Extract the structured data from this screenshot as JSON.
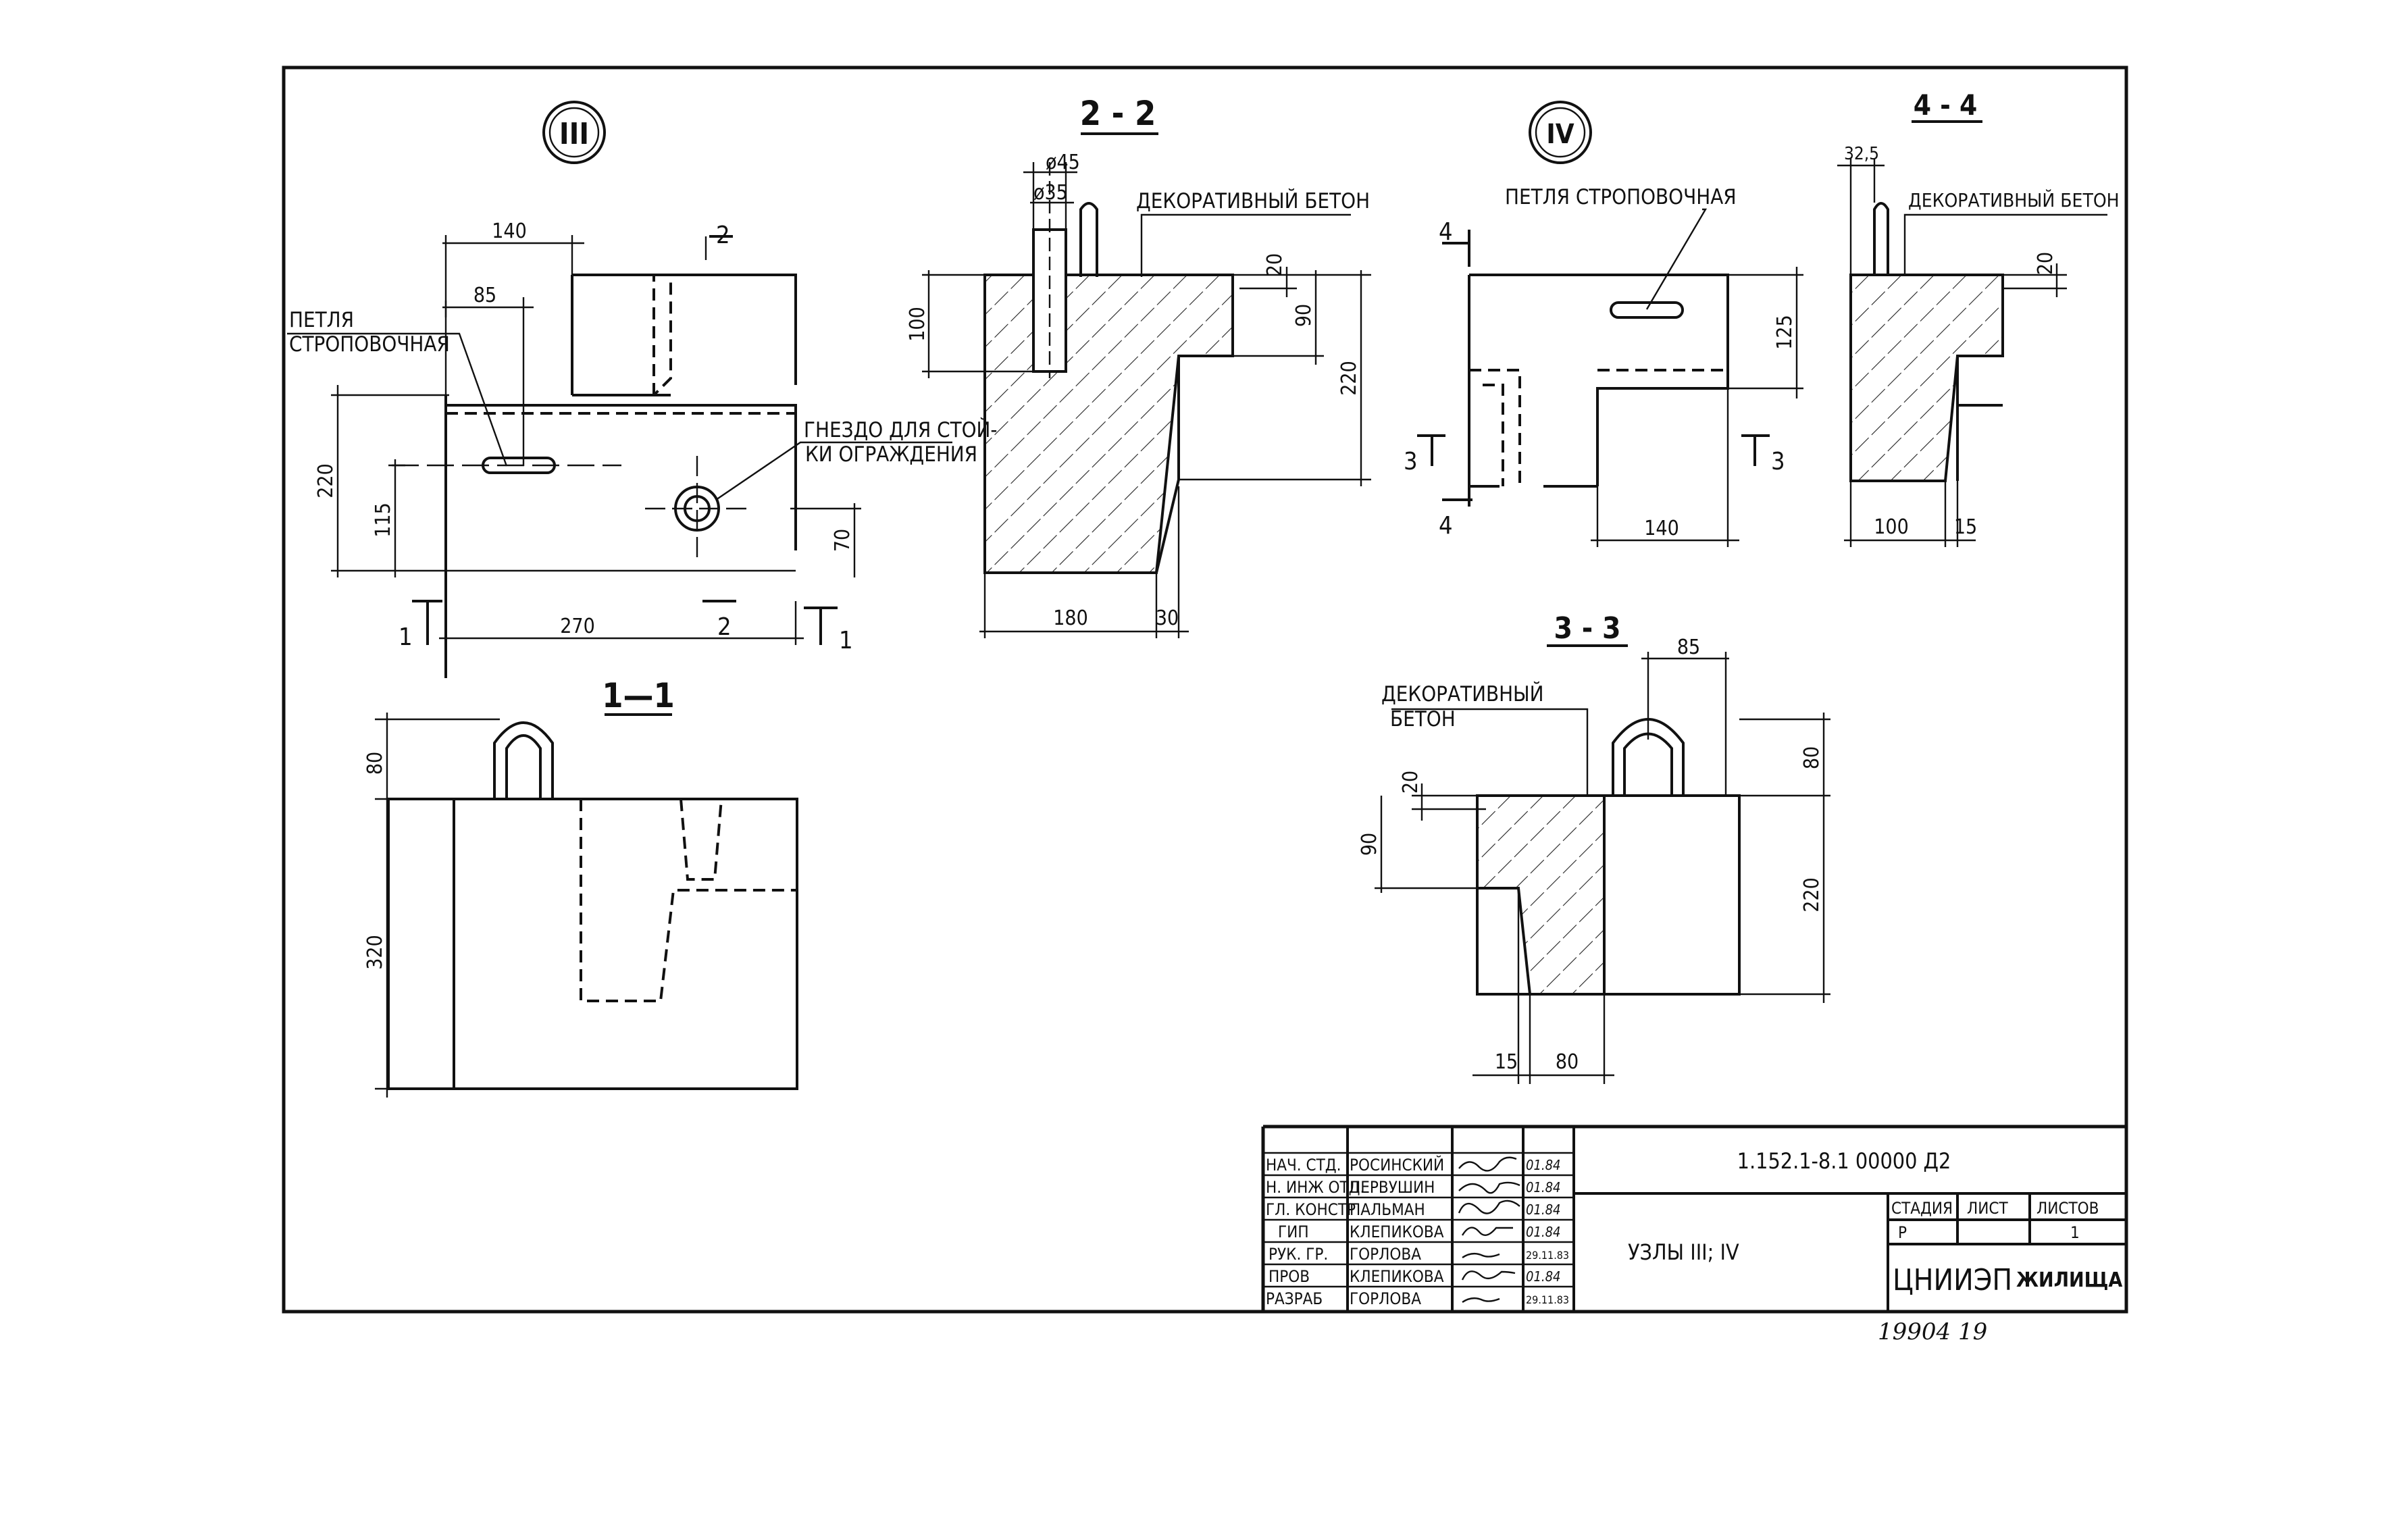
{
  "view_iii": {
    "marker": "III",
    "loop_label_1": "ПЕТЛЯ",
    "loop_label_2": "СТРОПОВОЧНАЯ",
    "socket_label_1": "ГНЕЗДО ДЛЯ СТОЙ-",
    "socket_label_2": "КИ ОГРАЖДЕНИЯ",
    "dims": {
      "w140": "140",
      "w85": "85",
      "h220": "220",
      "h115": "115",
      "h70": "70",
      "w270": "270"
    },
    "cut1": "1",
    "cut2": "2"
  },
  "section_2_2": {
    "title": "2 - 2",
    "note": "ДЕКОРАТИВНЫЙ БЕТОН",
    "dims": {
      "d45": "ø45",
      "d35": "ø35",
      "h100": "100",
      "h20": "20",
      "h90": "90",
      "h220": "220",
      "w180": "180",
      "w30": "30"
    }
  },
  "view_iv": {
    "marker": "IV",
    "loop_label": "ПЕТЛЯ СТРОПОВОЧНАЯ",
    "dims": {
      "h125": "125",
      "w140": "140"
    },
    "cut3": "3",
    "cut4": "4"
  },
  "section_4_4": {
    "title": "4 - 4",
    "note": "ДЕКОРАТИВНЫЙ БЕТОН",
    "dims": {
      "w32_5": "32,5",
      "h20": "20",
      "w100": "100",
      "w15": "15"
    }
  },
  "section_1_1": {
    "title": "1—1",
    "dims": {
      "h80": "80",
      "h320": "320"
    }
  },
  "section_3_3": {
    "title": "3 - 3",
    "note_1": "ДЕКОРАТИВНЫЙ",
    "note_2": "БЕТОН",
    "dims": {
      "w85": "85",
      "h20": "20",
      "h90": "90",
      "h80": "80",
      "h220": "220",
      "w15": "15",
      "w80": "80"
    }
  },
  "title_block": {
    "roles": [
      "НАЧ. СТД.",
      "Н. ИНЖ ОТД.",
      "ГЛ. КОНСТР",
      "ГИП",
      "РУК. ГР.",
      "ПРОВ",
      "РАЗРАБ"
    ],
    "names": [
      "РОСИНСКИЙ",
      "ПЕРВУШИН",
      "ПАЛЬМАН",
      "КЛЕПИКОВА",
      "ГОРЛОВА",
      "КЛЕПИКОВА",
      "ГОРЛОВА"
    ],
    "dates": [
      "01.84",
      "01.84",
      "01.84",
      "01.84",
      "29.11.83",
      "01.84",
      "29.11.83"
    ],
    "doc_code": "1.152.1-8.1   00000 Д2",
    "drawing_title": "УЗЛЫ III; IV",
    "stage_header": "СТАДИЯ",
    "sheet_header": "ЛИСТ",
    "sheets_header": "ЛИСТОВ",
    "stage": "Р",
    "sheets": "1",
    "org_1": "ЦНИИЭП",
    "org_2": "ЖИЛИЩА"
  },
  "archive_number": "19904  19"
}
